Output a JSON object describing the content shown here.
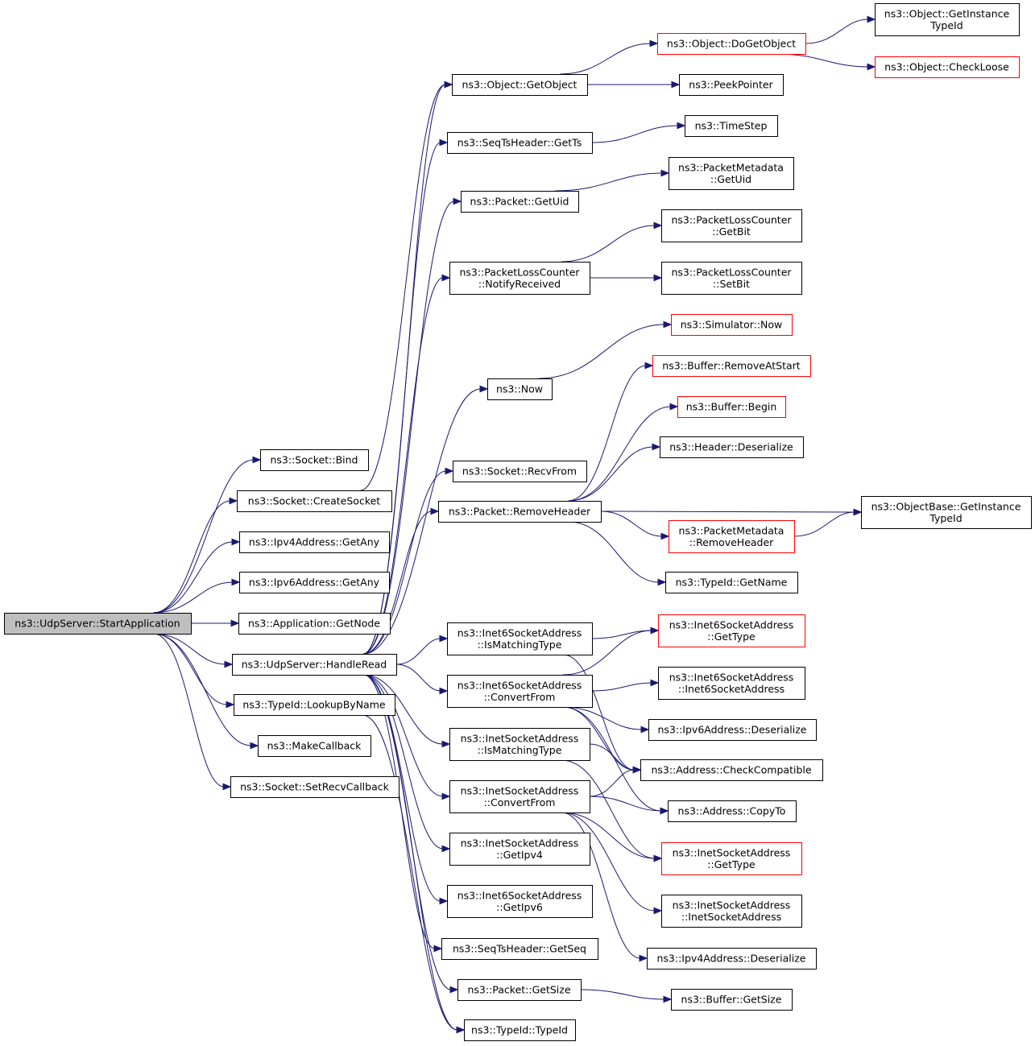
{
  "diagram": {
    "title": "",
    "colors": {
      "edge": "#191970",
      "border": "#000000",
      "truncated_border": "#ff0000",
      "root_fill": "#bfbfbf",
      "fill": "#ffffff"
    },
    "nodes": [
      {
        "id": "root",
        "lines": [
          "ns3::UdpServer::StartApplication"
        ],
        "style": "root"
      },
      {
        "id": "bind",
        "lines": [
          "ns3::Socket::Bind"
        ]
      },
      {
        "id": "createsocket",
        "lines": [
          "ns3::Socket::CreateSocket"
        ]
      },
      {
        "id": "ipv4any",
        "lines": [
          "ns3::Ipv4Address::GetAny"
        ]
      },
      {
        "id": "ipv6any",
        "lines": [
          "ns3::Ipv6Address::GetAny"
        ]
      },
      {
        "id": "getnode",
        "lines": [
          "ns3::Application::GetNode"
        ]
      },
      {
        "id": "handleread",
        "lines": [
          "ns3::UdpServer::HandleRead"
        ]
      },
      {
        "id": "lookupbyname",
        "lines": [
          "ns3::TypeId::LookupByName"
        ]
      },
      {
        "id": "makecallback",
        "lines": [
          "ns3::MakeCallback"
        ]
      },
      {
        "id": "setrecvcallback",
        "lines": [
          "ns3::Socket::SetRecvCallback"
        ]
      },
      {
        "id": "getobject",
        "lines": [
          "ns3::Object::GetObject"
        ]
      },
      {
        "id": "getts",
        "lines": [
          "ns3::SeqTsHeader::GetTs"
        ]
      },
      {
        "id": "getuid",
        "lines": [
          "ns3::Packet::GetUid"
        ]
      },
      {
        "id": "notifyreceived",
        "lines": [
          "ns3::PacketLossCounter",
          "::NotifyReceived"
        ]
      },
      {
        "id": "now",
        "lines": [
          "ns3::Now"
        ]
      },
      {
        "id": "recvfrom",
        "lines": [
          "ns3::Socket::RecvFrom"
        ]
      },
      {
        "id": "removeheader",
        "lines": [
          "ns3::Packet::RemoveHeader"
        ]
      },
      {
        "id": "i6ismatching",
        "lines": [
          "ns3::Inet6SocketAddress",
          "::IsMatchingType"
        ]
      },
      {
        "id": "i6convert",
        "lines": [
          "ns3::Inet6SocketAddress",
          "::ConvertFrom"
        ]
      },
      {
        "id": "iismatching",
        "lines": [
          "ns3::InetSocketAddress",
          "::IsMatchingType"
        ]
      },
      {
        "id": "iconvert",
        "lines": [
          "ns3::InetSocketAddress",
          "::ConvertFrom"
        ]
      },
      {
        "id": "igetipv4",
        "lines": [
          "ns3::InetSocketAddress",
          "::GetIpv4"
        ]
      },
      {
        "id": "i6getipv6",
        "lines": [
          "ns3::Inet6SocketAddress",
          "::GetIpv6"
        ]
      },
      {
        "id": "getseq",
        "lines": [
          "ns3::SeqTsHeader::GetSeq"
        ]
      },
      {
        "id": "getsize",
        "lines": [
          "ns3::Packet::GetSize"
        ]
      },
      {
        "id": "typeid",
        "lines": [
          "ns3::TypeId::TypeId"
        ]
      },
      {
        "id": "dogetobject",
        "lines": [
          "ns3::Object::DoGetObject"
        ],
        "style": "red"
      },
      {
        "id": "peekpointer",
        "lines": [
          "ns3::PeekPointer"
        ]
      },
      {
        "id": "timestep",
        "lines": [
          "ns3::TimeStep"
        ]
      },
      {
        "id": "pmgetuid",
        "lines": [
          "ns3::PacketMetadata",
          "::GetUid"
        ]
      },
      {
        "id": "plcgetbit",
        "lines": [
          "ns3::PacketLossCounter",
          "::GetBit"
        ]
      },
      {
        "id": "plcsetbit",
        "lines": [
          "ns3::PacketLossCounter",
          "::SetBit"
        ]
      },
      {
        "id": "simnow",
        "lines": [
          "ns3::Simulator::Now"
        ],
        "style": "red"
      },
      {
        "id": "bufremoveatstart",
        "lines": [
          "ns3::Buffer::RemoveAtStart"
        ],
        "style": "red"
      },
      {
        "id": "bufbegin",
        "lines": [
          "ns3::Buffer::Begin"
        ],
        "style": "red"
      },
      {
        "id": "hdrdeserialize",
        "lines": [
          "ns3::Header::Deserialize"
        ]
      },
      {
        "id": "objbasegetinst",
        "lines": [
          "ns3::ObjectBase::GetInstance",
          "TypeId"
        ]
      },
      {
        "id": "pmremoveheader",
        "lines": [
          "ns3::PacketMetadata",
          "::RemoveHeader"
        ],
        "style": "red"
      },
      {
        "id": "typeidgetname",
        "lines": [
          "ns3::TypeId::GetName"
        ]
      },
      {
        "id": "i6gettype",
        "lines": [
          "ns3::Inet6SocketAddress",
          "::GetType"
        ],
        "style": "red"
      },
      {
        "id": "i6ctor",
        "lines": [
          "ns3::Inet6SocketAddress",
          "::Inet6SocketAddress"
        ]
      },
      {
        "id": "ipv6deserialize",
        "lines": [
          "ns3::Ipv6Address::Deserialize"
        ]
      },
      {
        "id": "addrcheck",
        "lines": [
          "ns3::Address::CheckCompatible"
        ]
      },
      {
        "id": "addrcopyto",
        "lines": [
          "ns3::Address::CopyTo"
        ]
      },
      {
        "id": "igettype",
        "lines": [
          "ns3::InetSocketAddress",
          "::GetType"
        ],
        "style": "red"
      },
      {
        "id": "ictor",
        "lines": [
          "ns3::InetSocketAddress",
          "::InetSocketAddress"
        ]
      },
      {
        "id": "ipv4deserialize",
        "lines": [
          "ns3::Ipv4Address::Deserialize"
        ]
      },
      {
        "id": "bufgetsize",
        "lines": [
          "ns3::Buffer::GetSize"
        ]
      },
      {
        "id": "objgetinst",
        "lines": [
          "ns3::Object::GetInstance",
          "TypeId"
        ]
      },
      {
        "id": "objcheckloose",
        "lines": [
          "ns3::Object::CheckLoose"
        ],
        "style": "red"
      }
    ],
    "edges": [
      [
        "root",
        "bind"
      ],
      [
        "root",
        "createsocket"
      ],
      [
        "root",
        "ipv4any"
      ],
      [
        "root",
        "ipv6any"
      ],
      [
        "root",
        "getnode"
      ],
      [
        "root",
        "handleread"
      ],
      [
        "root",
        "lookupbyname"
      ],
      [
        "root",
        "makecallback"
      ],
      [
        "root",
        "setrecvcallback"
      ],
      [
        "createsocket",
        "getobject"
      ],
      [
        "lookupbyname",
        "typeid"
      ],
      [
        "handleread",
        "getobject"
      ],
      [
        "handleread",
        "getts"
      ],
      [
        "handleread",
        "getuid"
      ],
      [
        "handleread",
        "notifyreceived"
      ],
      [
        "handleread",
        "now"
      ],
      [
        "handleread",
        "recvfrom"
      ],
      [
        "handleread",
        "removeheader"
      ],
      [
        "handleread",
        "i6ismatching"
      ],
      [
        "handleread",
        "i6convert"
      ],
      [
        "handleread",
        "iismatching"
      ],
      [
        "handleread",
        "iconvert"
      ],
      [
        "handleread",
        "igetipv4"
      ],
      [
        "handleread",
        "i6getipv6"
      ],
      [
        "handleread",
        "getseq"
      ],
      [
        "handleread",
        "getsize"
      ],
      [
        "handleread",
        "typeid"
      ],
      [
        "getobject",
        "dogetobject"
      ],
      [
        "getobject",
        "peekpointer"
      ],
      [
        "dogetobject",
        "objgetinst"
      ],
      [
        "dogetobject",
        "objcheckloose"
      ],
      [
        "getts",
        "timestep"
      ],
      [
        "getuid",
        "pmgetuid"
      ],
      [
        "notifyreceived",
        "plcgetbit"
      ],
      [
        "notifyreceived",
        "plcsetbit"
      ],
      [
        "now",
        "simnow"
      ],
      [
        "removeheader",
        "bufremoveatstart"
      ],
      [
        "removeheader",
        "bufbegin"
      ],
      [
        "removeheader",
        "hdrdeserialize"
      ],
      [
        "removeheader",
        "objbasegetinst"
      ],
      [
        "removeheader",
        "pmremoveheader"
      ],
      [
        "removeheader",
        "typeidgetname"
      ],
      [
        "pmremoveheader",
        "objbasegetinst"
      ],
      [
        "i6ismatching",
        "i6gettype"
      ],
      [
        "i6ismatching",
        "addrcheck"
      ],
      [
        "i6convert",
        "i6gettype"
      ],
      [
        "i6convert",
        "i6ctor"
      ],
      [
        "i6convert",
        "ipv6deserialize"
      ],
      [
        "i6convert",
        "addrcheck"
      ],
      [
        "i6convert",
        "addrcopyto"
      ],
      [
        "iismatching",
        "addrcheck"
      ],
      [
        "iismatching",
        "igettype"
      ],
      [
        "iconvert",
        "addrcheck"
      ],
      [
        "iconvert",
        "addrcopyto"
      ],
      [
        "iconvert",
        "igettype"
      ],
      [
        "iconvert",
        "ictor"
      ],
      [
        "iconvert",
        "ipv4deserialize"
      ],
      [
        "getsize",
        "bufgetsize"
      ]
    ]
  }
}
